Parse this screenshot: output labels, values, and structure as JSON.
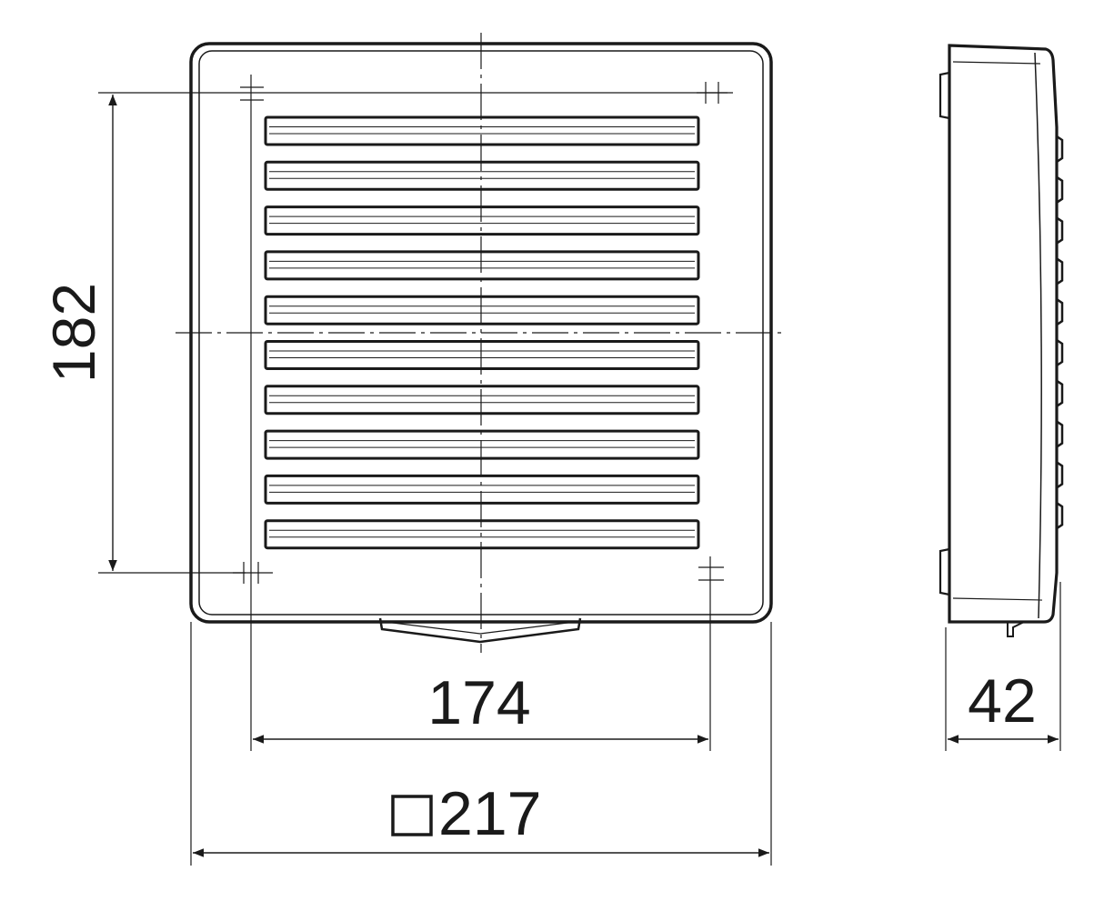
{
  "dimensions": {
    "height": "182",
    "hole_spacing": "174",
    "overall_width": "217",
    "overall_width_symbol": "square",
    "depth": "42"
  },
  "louvers": {
    "count": 10
  },
  "colors": {
    "line": "#1a1a1a",
    "background": "#ffffff"
  }
}
